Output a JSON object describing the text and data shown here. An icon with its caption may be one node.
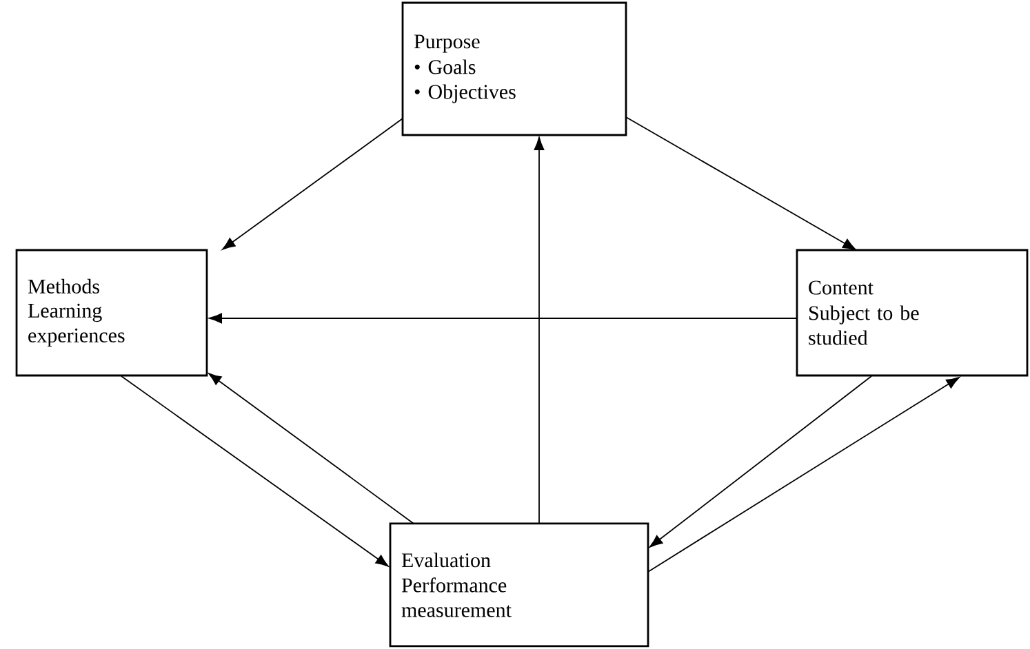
{
  "diagram": {
    "nodes": [
      {
        "text": [
          "Purpose",
          "• Goals",
          "• Objectives"
        ]
      },
      {
        "text": [
          "Methods",
          "Learning experiences"
        ]
      },
      {
        "text": [
          "Content",
          "Subject to be studied"
        ]
      },
      {
        "text": [
          "Evaluation",
          "Performance measurement"
        ]
      }
    ],
    "edges": [
      {
        "from": 0,
        "to": 1,
        "arrow": "to"
      },
      {
        "from": 0,
        "to": 2,
        "arrow": "to"
      },
      {
        "from": 2,
        "to": 1,
        "arrow": "to"
      },
      {
        "from": 3,
        "to": 0,
        "arrow": "to"
      },
      {
        "from": 1,
        "to": 3,
        "arrow": "to"
      },
      {
        "from": 3,
        "to": 1,
        "arrow": "to"
      },
      {
        "from": 2,
        "to": 3,
        "arrow": "to"
      },
      {
        "from": 3,
        "to": 2,
        "arrow": "to"
      }
    ]
  }
}
